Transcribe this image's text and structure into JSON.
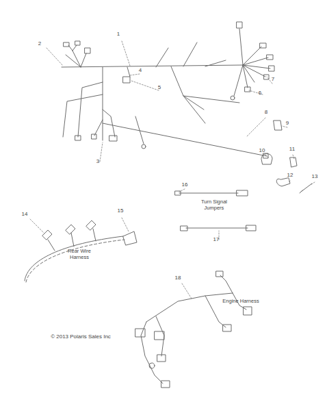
{
  "diagram": {
    "labels": [
      "1",
      "2",
      "4",
      "5",
      "7",
      "6",
      "3",
      "8",
      "9",
      "10",
      "11",
      "12",
      "13",
      "16",
      "Turn Signal Jumpers",
      "17",
      "14",
      "15",
      "Rear Wire Harness",
      "18",
      "Engine Harness",
      "© 2013 Polaris Sales Inc"
    ]
  }
}
